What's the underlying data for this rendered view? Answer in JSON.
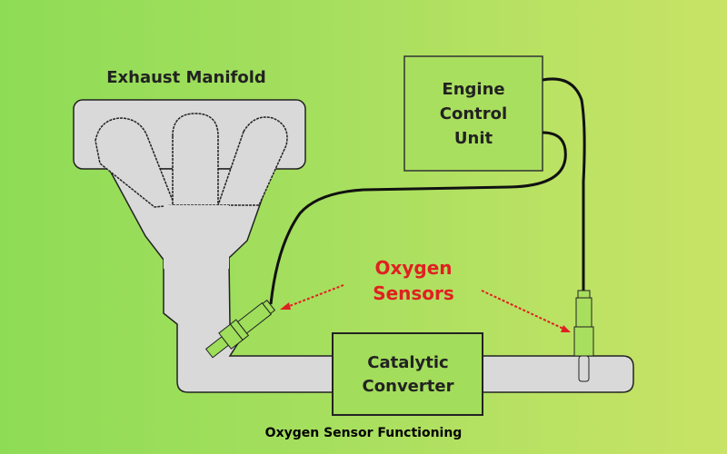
{
  "diagram": {
    "labels": {
      "exhaust_manifold": "Exhaust Manifold",
      "ecu_line1": "Engine",
      "ecu_line2": "Control",
      "ecu_line3": "Unit",
      "oxygen_line1": "Oxygen",
      "oxygen_line2": "Sensors",
      "catalytic_line1": "Catalytic",
      "catalytic_line2": "Converter"
    },
    "caption": "Oxygen Sensor Functioning",
    "colors": {
      "pipe_fill": "#d9d9d9",
      "outline": "#222222",
      "annotation_red": "#e02020",
      "sensor_fill": "#9ede5a"
    }
  }
}
